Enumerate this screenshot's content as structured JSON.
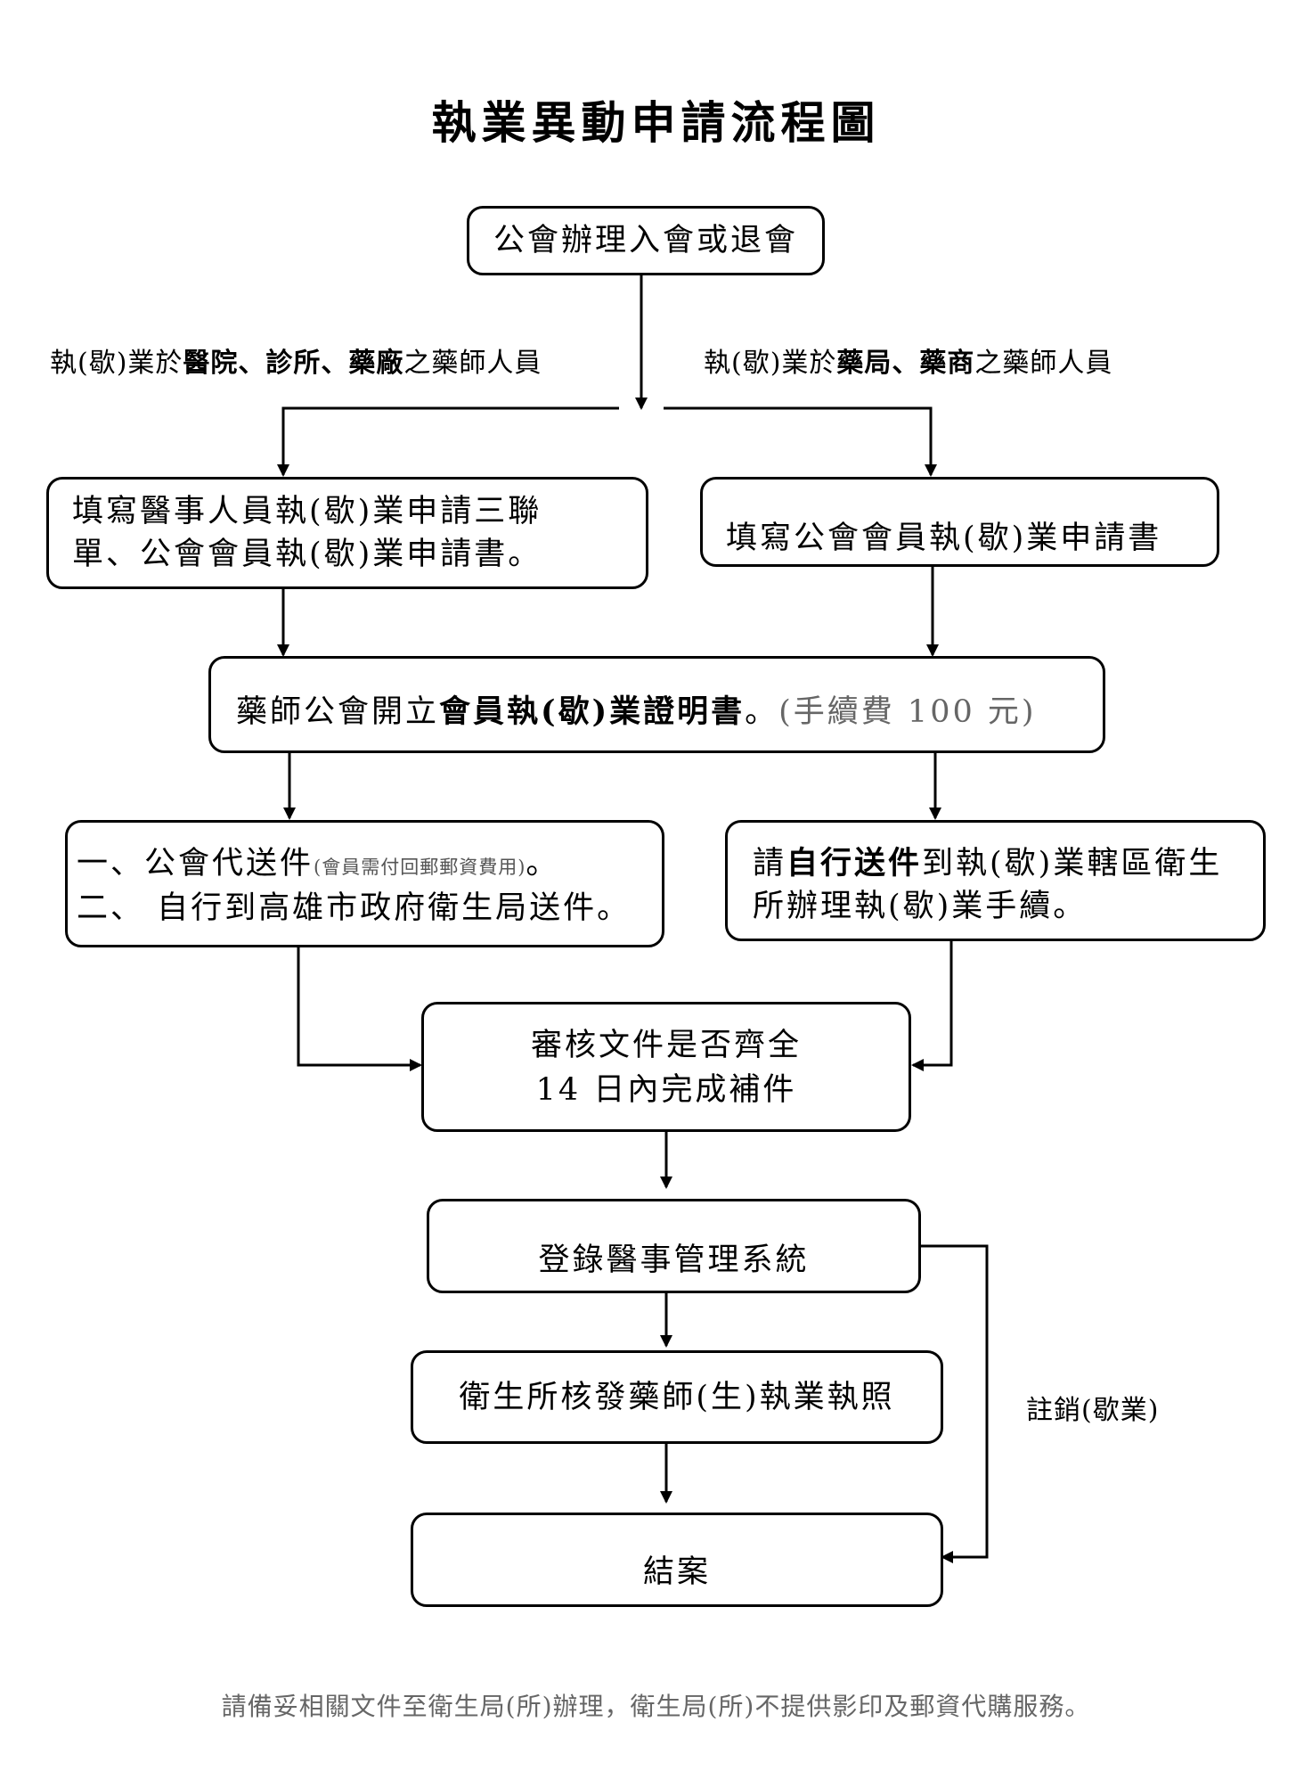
{
  "title": "執業異動申請流程圖",
  "nodes": {
    "start": "公會辦理入會或退會",
    "branch_left": {
      "prefix": "執(歇)業於",
      "b1": "醫院",
      "sep1": "、",
      "b2": "診所",
      "sep2": "、",
      "b3": "藥廠",
      "suffix": "之藥師人員"
    },
    "branch_right": {
      "prefix": "執(歇)業於",
      "b1": "藥局",
      "sep1": "、",
      "b2": "藥商",
      "suffix": "之藥師人員"
    },
    "fill_left": {
      "line1": "填寫醫事人員執(歇)業申請三聯",
      "line2": "單、公會會員執(歇)業申請書。"
    },
    "fill_right": "填寫公會會員執(歇)業申請書",
    "certificate": {
      "prefix": "藥師公會開立",
      "bold": "會員執(歇)業證明書",
      "end": "。",
      "fee": "(手續費 100 元)"
    },
    "send_left": {
      "line1_a": "一、公會代送件",
      "line1_note": "(會員需付回郵郵資費用)",
      "line1_end": "。",
      "line2": "二、 自行到高雄市政府衛生局送件。"
    },
    "send_right": {
      "line1_a": "請",
      "line1_bold": "自行送件",
      "line1_b": "到執(歇)業轄區衛生",
      "line2": "所辦理執(歇)業手續。"
    },
    "review": {
      "line1": "審核文件是否齊全",
      "line2": "14 日內完成補件"
    },
    "register": "登錄醫事管理系統",
    "license": "衛生所核發藥師(生)執業執照",
    "close": "結案",
    "cancel_label": "註銷(歇業)"
  },
  "footer": "請備妥相關文件至衛生局(所)辦理，衛生局(所)不提供影印及郵資代購服務。"
}
